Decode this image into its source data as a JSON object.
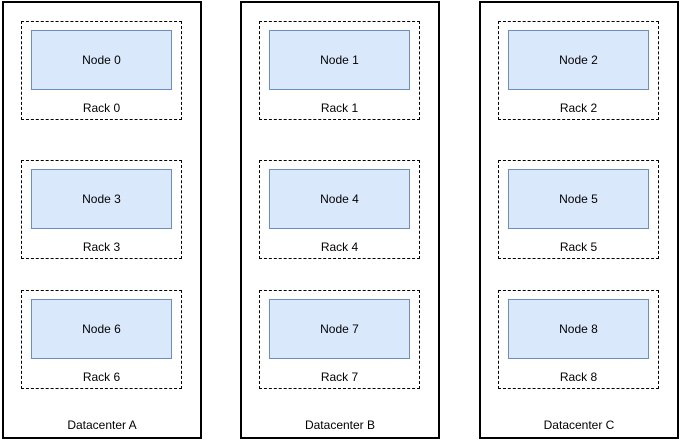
{
  "diagram": {
    "colors": {
      "node_fill": "#dae8fc",
      "node_border": "#6c8ebf",
      "line": "#000000",
      "background": "#ffffff"
    },
    "datacenters": [
      {
        "label": "Datacenter A",
        "racks": [
          {
            "label": "Rack 0",
            "node_label": "Node 0"
          },
          {
            "label": "Rack 3",
            "node_label": "Node 3"
          },
          {
            "label": "Rack 6",
            "node_label": "Node 6"
          }
        ]
      },
      {
        "label": "Datacenter B",
        "racks": [
          {
            "label": "Rack 1",
            "node_label": "Node 1"
          },
          {
            "label": "Rack 4",
            "node_label": "Node 4"
          },
          {
            "label": "Rack 7",
            "node_label": "Node 7"
          }
        ]
      },
      {
        "label": "Datacenter C",
        "racks": [
          {
            "label": "Rack 2",
            "node_label": "Node 2"
          },
          {
            "label": "Rack 5",
            "node_label": "Node 5"
          },
          {
            "label": "Rack 8",
            "node_label": "Node 8"
          }
        ]
      }
    ]
  }
}
